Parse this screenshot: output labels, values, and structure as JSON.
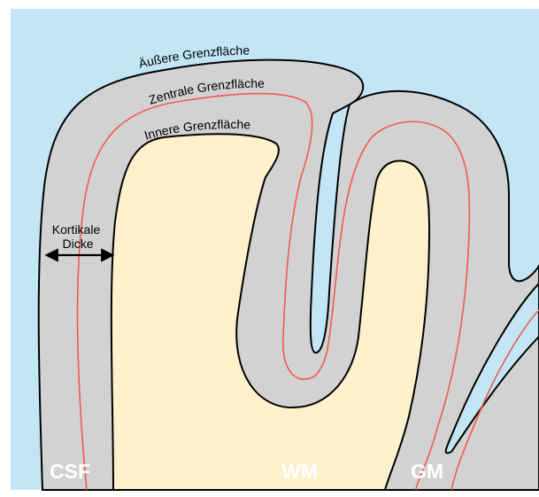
{
  "colors": {
    "csf": "#c3e6f6",
    "gray_matter": "#d2d2d2",
    "white_matter": "#fff1cc",
    "central_surface": "#f05a4a",
    "boundary": "#000000"
  },
  "labels": {
    "outer_surface": "Äußere Grenzfläche",
    "central_surface": "Zentrale Grenzfläche",
    "inner_surface": "Innere Grenzfläche",
    "thickness_line1": "Kortikale",
    "thickness_line2": "Dicke",
    "csf": "CSF",
    "wm": "WM",
    "gm": "GM"
  }
}
